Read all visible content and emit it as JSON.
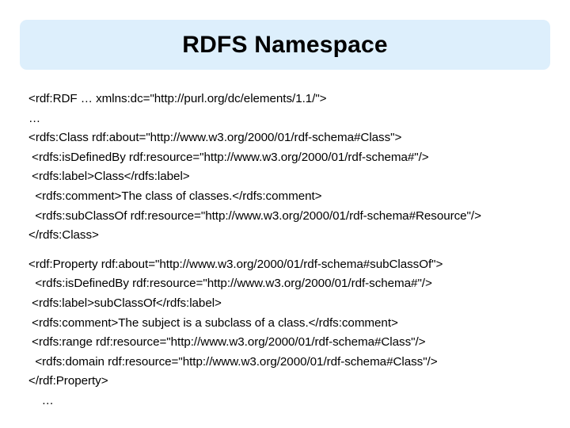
{
  "slide": {
    "title": "RDFS Namespace",
    "banner_color": "#ddeffc",
    "background_color": "#ffffff",
    "text_color": "#000000"
  },
  "code": {
    "lines": [
      {
        "text": "<rdf:RDF … xmlns:dc=\"http://purl.org/dc/elements/1.1/\">"
      },
      {
        "text": "…"
      },
      {
        "text": "<rdfs:Class rdf:about=\"http://www.w3.org/2000/01/rdf-schema#Class\">"
      },
      {
        "text": " <rdfs:isDefinedBy rdf:resource=\"http://www.w3.org/2000/01/rdf-schema#\"/>"
      },
      {
        "text": " <rdfs:label>Class</rdfs:label>"
      },
      {
        "text": "  <rdfs:comment>The class of classes.</rdfs:comment>"
      },
      {
        "text": "  <rdfs:subClassOf rdf:resource=\"http://www.w3.org/2000/01/rdf-schema#Resource\"/>"
      },
      {
        "text": "</rdfs:Class>"
      },
      {
        "text": ""
      },
      {
        "text": "<rdf:Property rdf:about=\"http://www.w3.org/2000/01/rdf-schema#subClassOf\">"
      },
      {
        "text": "  <rdfs:isDefinedBy rdf:resource=\"http://www.w3.org/2000/01/rdf-schema#\"/>"
      },
      {
        "text": " <rdfs:label>subClassOf</rdfs:label>"
      },
      {
        "text": " <rdfs:comment>The subject is a subclass of a class.</rdfs:comment>"
      },
      {
        "text": " <rdfs:range rdf:resource=\"http://www.w3.org/2000/01/rdf-schema#Class\"/>"
      },
      {
        "text": "  <rdfs:domain rdf:resource=\"http://www.w3.org/2000/01/rdf-schema#Class\"/>"
      },
      {
        "text": "</rdf:Property>"
      },
      {
        "text": "    …"
      }
    ]
  }
}
